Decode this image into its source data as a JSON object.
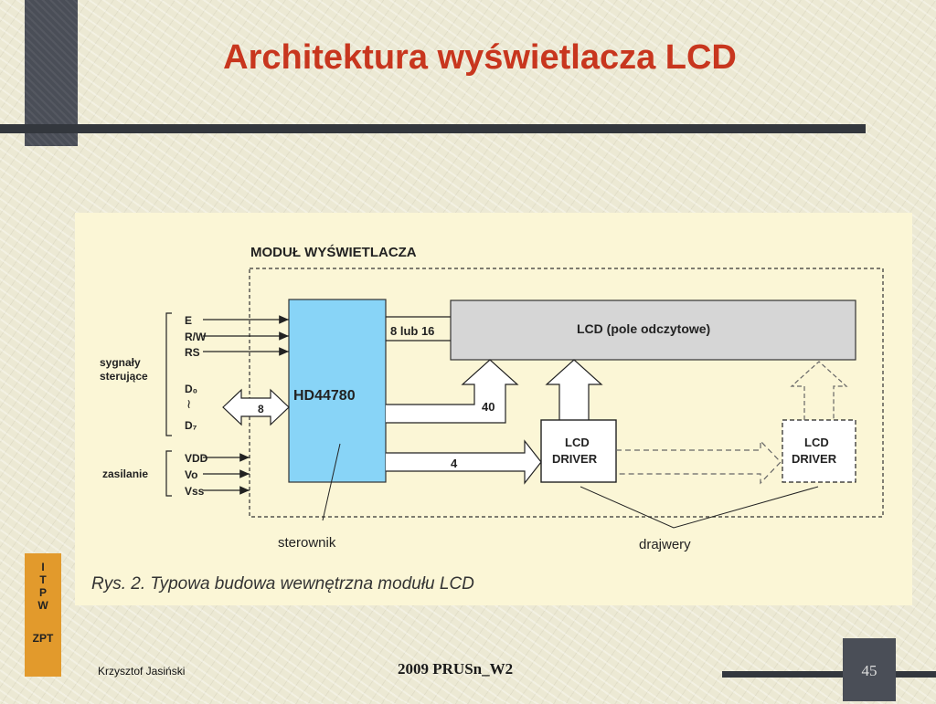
{
  "slide": {
    "title": "Architektura wyświetlacza LCD",
    "side_label": [
      "I",
      "T",
      "P",
      "W",
      "",
      "ZPT"
    ],
    "author": "Krzysztof Jasiński",
    "footer": "2009 PRUSn_W2",
    "page_number": "45"
  },
  "diagram": {
    "module_label": "MODUŁ WYŚWIETLACZA",
    "controller_label": "HD44780",
    "lcd_label": "LCD (pole odczytowe)",
    "driver_label_line1": "LCD",
    "driver_label_line2": "DRIVER",
    "signals_group_line1": "sygnały",
    "signals_group_line2": "sterujące",
    "power_group": "zasilanie",
    "signal_E": "E",
    "signal_RW": "R/W",
    "signal_RS": "RS",
    "signal_D0": "D₀",
    "signal_D7": "D₇",
    "power_VDD": "VDD",
    "power_Vo": "Vo",
    "power_Vss": "Vss",
    "bus_8_label": "8",
    "bus_lcd_label": "8 lub 16",
    "bus_40_label": "40",
    "bus_4_label": "4",
    "controller_caption": "sterownik",
    "drivers_caption": "drajwery",
    "figure_caption": "Rys. 2. Typowa budowa wewnętrzna modułu LCD"
  }
}
